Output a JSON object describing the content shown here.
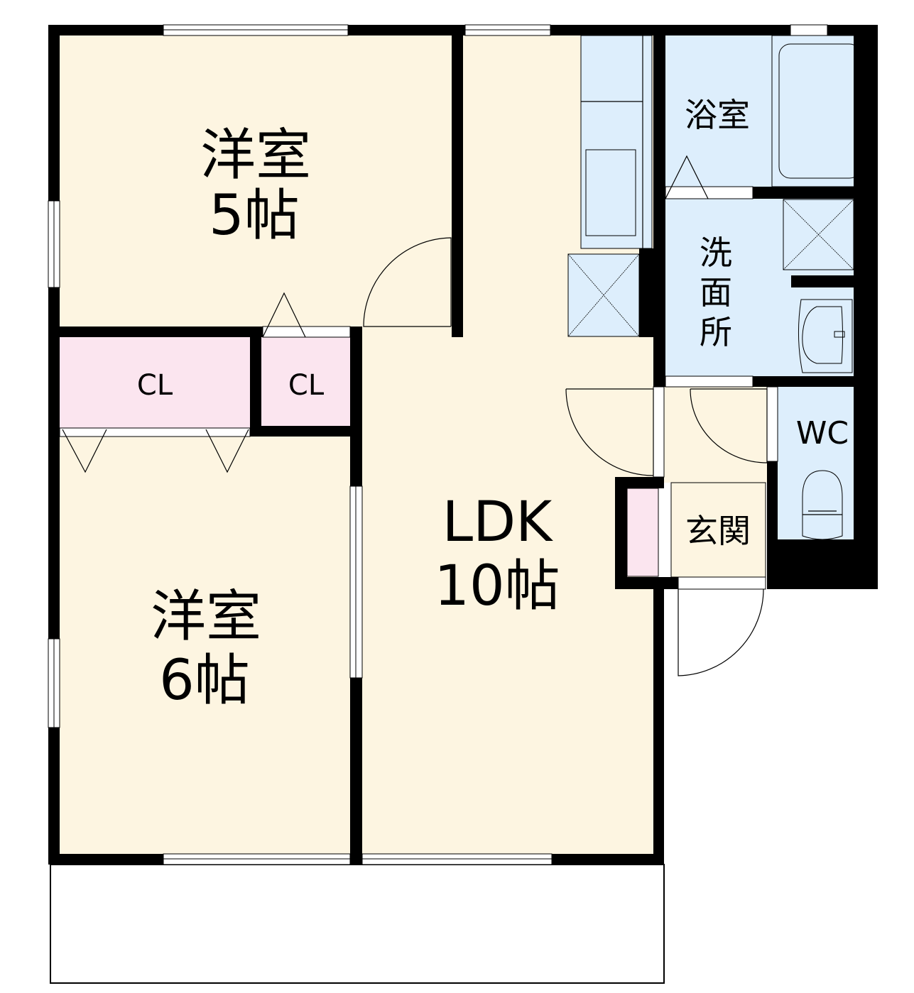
{
  "colors": {
    "room": "#fdf5e1",
    "wet": "#ddeefc",
    "closet": "#fbe5ef",
    "wall": "#000000"
  },
  "rooms": {
    "western1": {
      "name": "洋室",
      "size": "5帖"
    },
    "western2": {
      "name": "洋室",
      "size": "6帖"
    },
    "ldk": {
      "name": "LDK",
      "size": "10帖"
    },
    "closet1": {
      "name": "CL"
    },
    "closet2": {
      "name": "CL"
    },
    "bath": {
      "name": "浴室"
    },
    "washroom": {
      "name": [
        "洗",
        "面",
        "所"
      ]
    },
    "wc": {
      "name": "WC"
    },
    "entrance": {
      "name": "玄関"
    }
  }
}
